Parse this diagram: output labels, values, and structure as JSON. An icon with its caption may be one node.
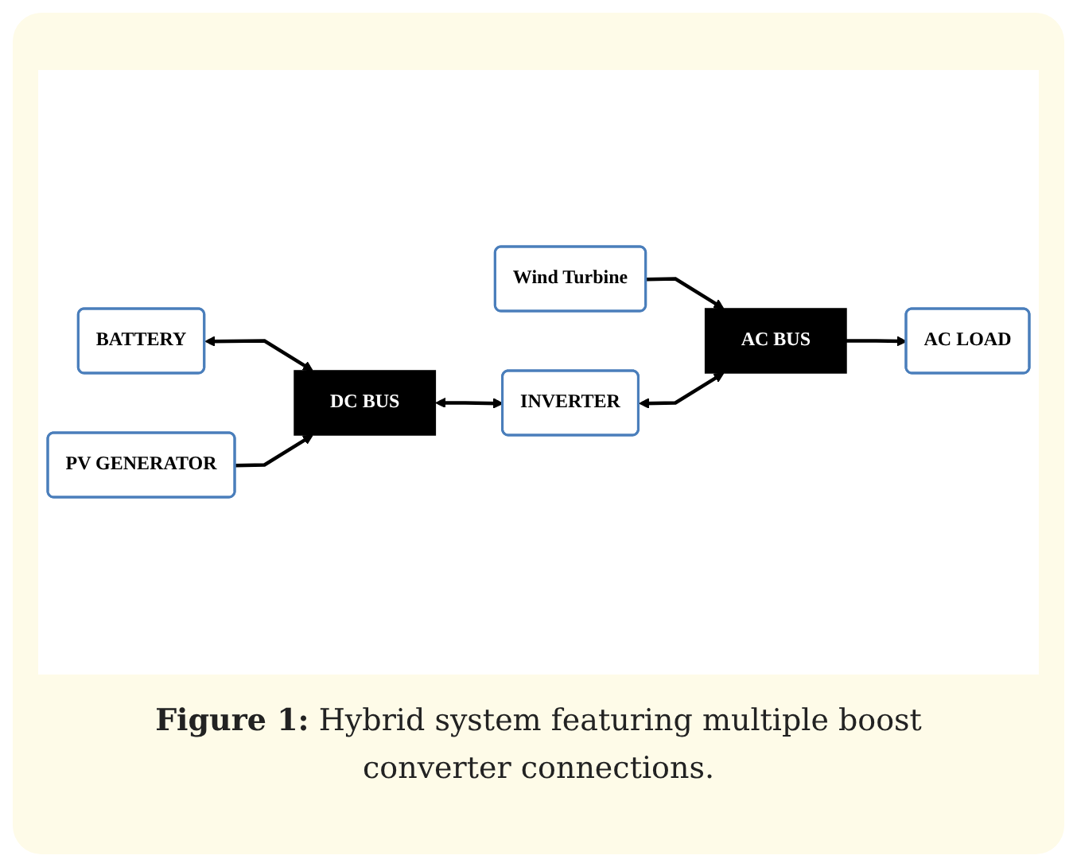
{
  "diagram": {
    "caption": "**Figure 1:** Hybrid system featuring multiple boost converter connections.",
    "nodes": [
      {
        "text": [
          "AC BUS"
        ]
      },
      {
        "text": [
          "Wind Turbine"
        ]
      },
      {
        "text": [
          "AC LOAD"
        ]
      },
      {
        "text": [
          "DC BUS"
        ]
      },
      {
        "text": [
          "BATTERY"
        ]
      },
      {
        "text": [
          "INVERTER"
        ]
      },
      {
        "text": [
          "PV GENERATOR"
        ]
      }
    ],
    "edges": [
      {
        "from": 1,
        "to": 0,
        "arrow": "to"
      },
      {
        "from": 4,
        "to": 3,
        "arrow": "both"
      },
      {
        "from": 6,
        "to": 3,
        "arrow": "to"
      },
      {
        "from": 3,
        "to": 5,
        "arrow": "both"
      },
      {
        "from": 5,
        "to": 0,
        "arrow": "both"
      },
      {
        "from": 0,
        "to": 2,
        "arrow": "to"
      }
    ]
  }
}
